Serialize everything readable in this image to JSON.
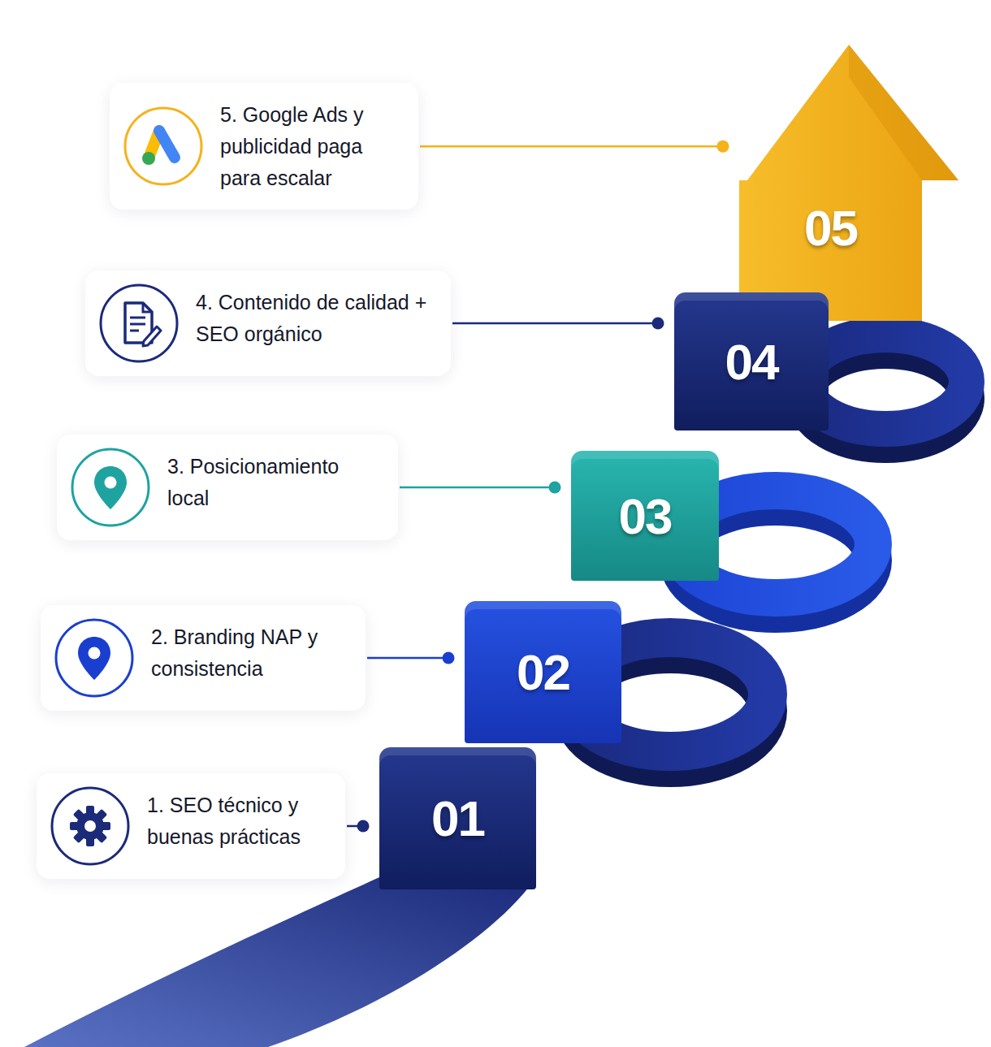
{
  "diagram": {
    "nodes": [
      {
        "text": [
          "5. Google Ads y publicidad paga para escalar"
        ]
      },
      {
        "text": [
          "4. Contenido de calidad + SEO orgánico"
        ]
      },
      {
        "text": [
          "3. Posicionamiento local"
        ]
      },
      {
        "text": [
          "2. Branding NAP y consistencia"
        ]
      },
      {
        "text": [
          "1. SEO técnico y buenas prácticas"
        ]
      },
      {
        "text": [
          "05"
        ]
      },
      {
        "text": [
          "04"
        ]
      },
      {
        "text": [
          "03"
        ]
      },
      {
        "text": [
          "02"
        ]
      },
      {
        "text": [
          "01"
        ]
      }
    ],
    "edges": [
      {
        "from": 0,
        "to": 5,
        "arrow": "none"
      },
      {
        "from": 1,
        "to": 6,
        "arrow": "none"
      },
      {
        "from": 2,
        "to": 7,
        "arrow": "none"
      },
      {
        "from": 3,
        "to": 8,
        "arrow": "none"
      },
      {
        "from": 4,
        "to": 9,
        "arrow": "none"
      }
    ]
  }
}
